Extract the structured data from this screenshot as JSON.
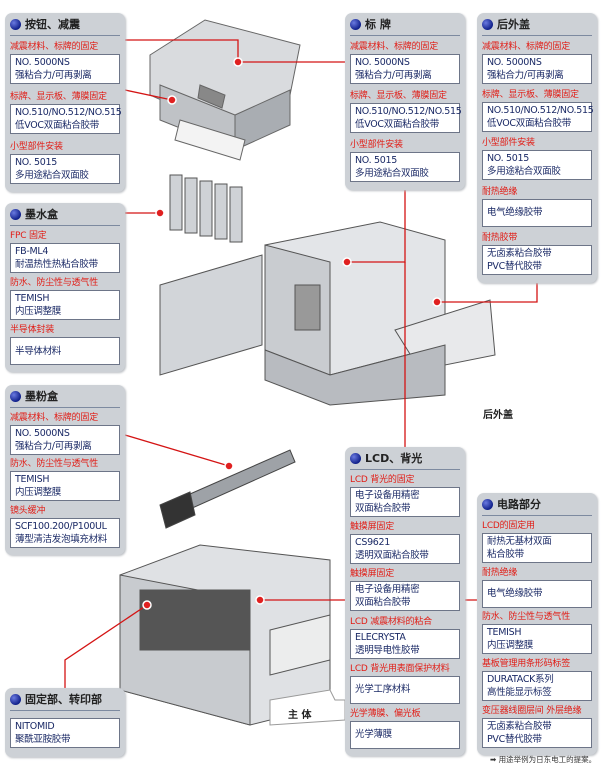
{
  "colors": {
    "label": "#e11d16",
    "text": "#1b2a66",
    "panel": "#cdd1d6",
    "leader": "#d41414"
  },
  "panels": [
    {
      "id": "buttons",
      "title": "按钮、减震",
      "sections": [
        {
          "label": "减震材料、标牌的固定",
          "lines": [
            "NO. 5000NS",
            "强粘合力/可再剥离"
          ]
        },
        {
          "label": "标牌、显示板、薄膜固定",
          "lines": [
            "NO.510/NO.512/NO.515",
            "低VOC双面粘合胶带"
          ]
        },
        {
          "label": "小型部件安装",
          "lines": [
            "NO. 5015",
            "多用途粘合双面胶"
          ]
        }
      ]
    },
    {
      "id": "nameplate",
      "title": "标 牌",
      "sections": [
        {
          "label": "减震材料、标牌的固定",
          "lines": [
            "NO. 5000NS",
            "强粘合力/可再剥离"
          ]
        },
        {
          "label": "标牌、显示板、薄膜固定",
          "lines": [
            "NO.510/NO.512/NO.515",
            "低VOC双面粘合胶带"
          ]
        },
        {
          "label": "小型部件安装",
          "lines": [
            "NO. 5015",
            "多用途粘合双面胶"
          ]
        }
      ]
    },
    {
      "id": "rear-cover",
      "title": "后外盖",
      "sections": [
        {
          "label": "减震材料、标牌的固定",
          "lines": [
            "NO. 5000NS",
            "强粘合力/可再剥离"
          ]
        },
        {
          "label": "标牌、显示板、薄膜固定",
          "lines": [
            "NO.510/NO.512/NO.515",
            "低VOC双面粘合胶带"
          ]
        },
        {
          "label": "小型部件安装",
          "lines": [
            "NO. 5015",
            "多用途粘合双面胶"
          ]
        },
        {
          "label": "耐热绝缘",
          "lines": [
            "电气绝缘胶带"
          ]
        },
        {
          "label": "耐热胶带",
          "lines": [
            "无卤素粘合胶带",
            "PVC替代胶带"
          ]
        }
      ]
    },
    {
      "id": "ink-cartridge",
      "title": "墨水盒",
      "sections": [
        {
          "label": "FPC 固定",
          "lines": [
            "FB-ML4",
            "耐温热性热粘合胶带"
          ]
        },
        {
          "label": "防水、防尘性与透气性",
          "lines": [
            "TEMISH",
            "内压调整膜"
          ]
        },
        {
          "label": "半导体封装",
          "lines": [
            "半导体材料"
          ]
        }
      ]
    },
    {
      "id": "toner-cartridge",
      "title": "墨粉盒",
      "sections": [
        {
          "label": "减震材料、标牌的固定",
          "lines": [
            "NO. 5000NS",
            "强粘合力/可再剥离"
          ]
        },
        {
          "label": "防水、防尘性与透气性",
          "lines": [
            "TEMISH",
            "内压调整膜"
          ]
        },
        {
          "label": "镜头缓冲",
          "lines": [
            "SCF100.200/P100UL",
            "薄型清洁发泡填充材料"
          ]
        }
      ]
    },
    {
      "id": "lcd-backlight",
      "title": "LCD、背光",
      "sections": [
        {
          "label": "LCD 背光的固定",
          "lines": [
            "电子设备用精密",
            "双面粘合胶带"
          ]
        },
        {
          "label": "触摸屏固定",
          "lines": [
            "CS9621",
            "透明双面粘合胶带"
          ]
        },
        {
          "label": "触摸屏固定",
          "lines": [
            "电子设备用精密",
            "双面粘合胶带"
          ]
        },
        {
          "label": "LCD 减震材料的粘合",
          "lines": [
            "ELECRYSTA",
            "透明导电性胶带"
          ]
        },
        {
          "label": "LCD 背光用表面保护材料",
          "lines": [
            "光学工序材料"
          ]
        },
        {
          "label": "光学薄膜、偏光板",
          "lines": [
            "光学薄膜"
          ]
        }
      ]
    },
    {
      "id": "circuit",
      "title": "电路部分",
      "sections": [
        {
          "label": "LCD的固定用",
          "lines": [
            "耐热无基材双面",
            "粘合胶带"
          ]
        },
        {
          "label": "耐热绝缘",
          "lines": [
            "电气绝缘胶带"
          ]
        },
        {
          "label": "防水、防尘性与透气性",
          "lines": [
            "TEMISH",
            "内压调整膜"
          ]
        },
        {
          "label": "基板管理用条形码标签",
          "lines": [
            "DURATACK系列",
            "高性能显示标签"
          ]
        },
        {
          "label": "变压器线圈层间 外层绝缘",
          "lines": [
            "无卤素粘合胶带",
            "PVC替代胶带"
          ]
        }
      ]
    },
    {
      "id": "fixing-transfer",
      "title": "固定部、转印部",
      "sections": [
        {
          "label": "",
          "lines": [
            "NITOMID",
            "聚酰亚胺胶带"
          ]
        }
      ]
    }
  ],
  "tags": {
    "rear_cover": "后外盖",
    "main_body": "主 体"
  },
  "footnote": "➡ 用途举例为日东电工的提案。"
}
